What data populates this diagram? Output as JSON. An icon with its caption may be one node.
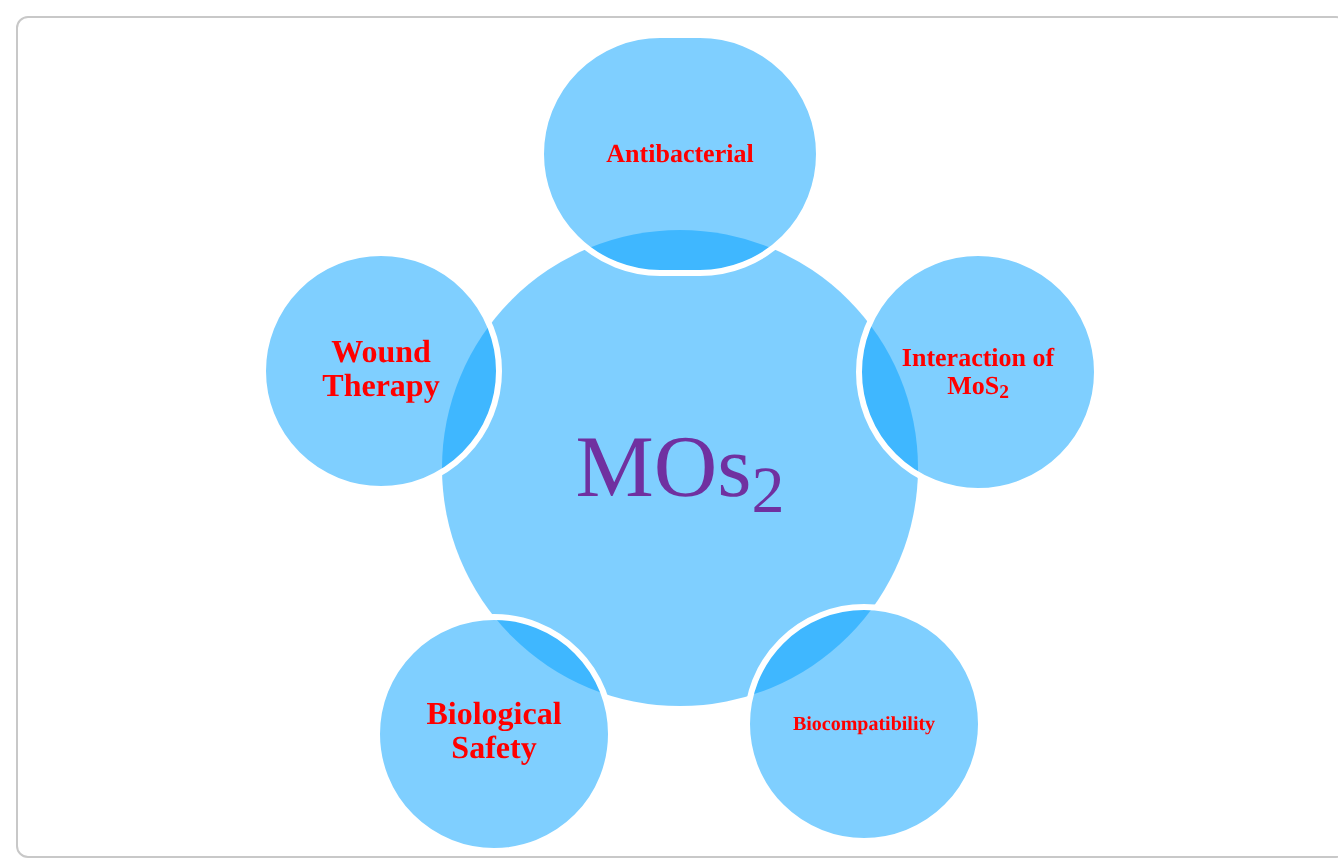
{
  "diagram": {
    "nodes": [
      {
        "text": [
          "MOs$_{2}$"
        ]
      },
      {
        "text": [
          "Antibacterial"
        ]
      },
      {
        "text": [
          "Interaction of MoS$_{2}$"
        ]
      },
      {
        "text": [
          "Biocompatibility"
        ]
      },
      {
        "text": [
          "Biological Safety"
        ]
      },
      {
        "text": [
          "Wound Therapy"
        ]
      }
    ]
  }
}
